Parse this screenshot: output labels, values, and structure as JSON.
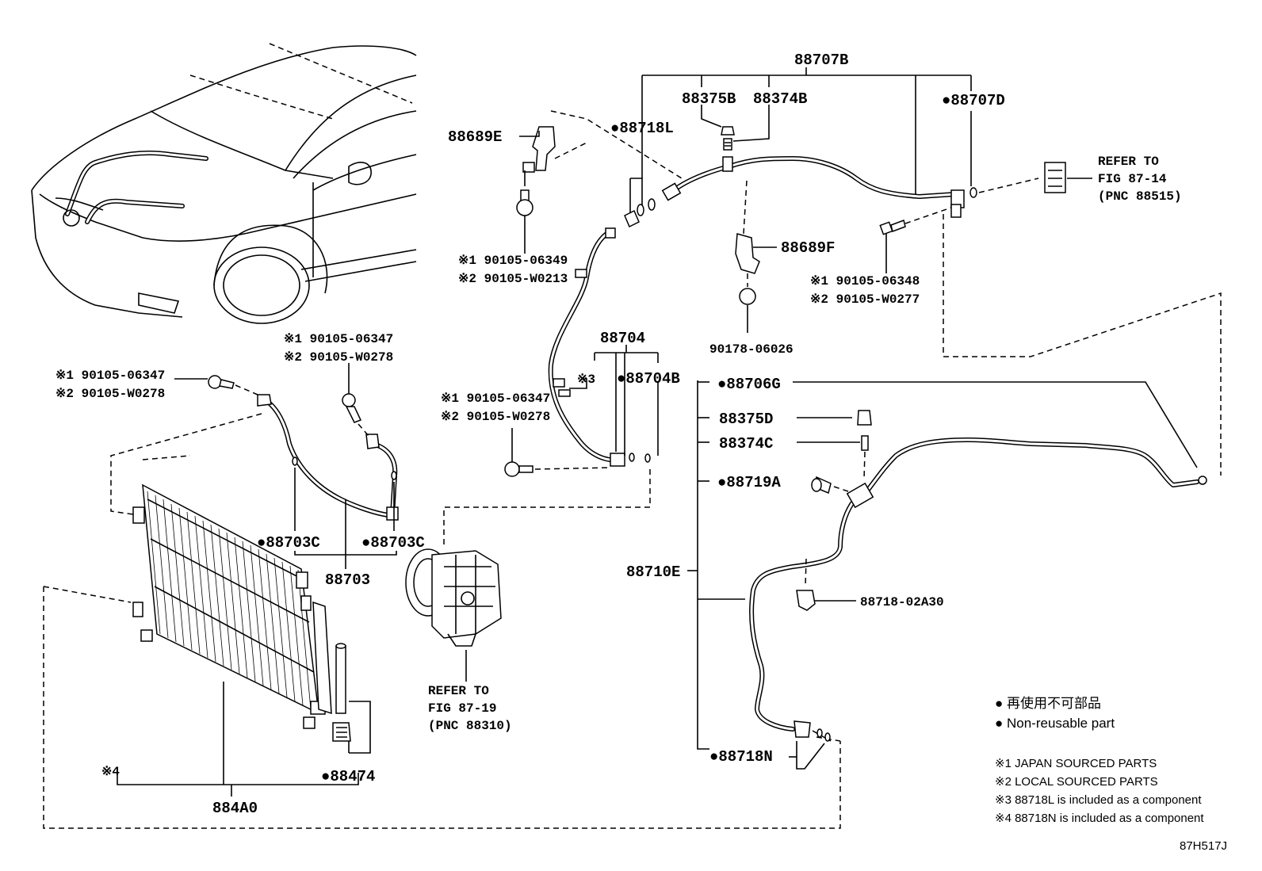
{
  "diagram_code": "87H517J",
  "labels": {
    "p88707B": "88707B",
    "p88375B": "88375B",
    "p88374B": "88374B",
    "p88707D": "●88707D",
    "p88718L": "●88718L",
    "p88689E": "88689E",
    "p88689F": "88689F",
    "p90178": "90178-06026",
    "bolt_a1": "※1 90105-06349",
    "bolt_a2": "※2 90105-W0213",
    "bolt_b1": "※1 90105-06348",
    "bolt_b2": "※2 90105-W0277",
    "bolt_c1": "※1 90105-06347",
    "bolt_c2": "※2 90105-W0278",
    "bolt_d1": "※1 90105-06347",
    "bolt_d2": "※2 90105-W0278",
    "bolt_e1": "※1 90105-06347",
    "bolt_e2": "※2 90105-W0278",
    "p88704": "88704",
    "mark3": "※3",
    "p88704B": "●88704B",
    "p88706G": "●88706G",
    "p88375D": "88375D",
    "p88374C": "88374C",
    "p88719A": "●88719A",
    "p88710E": "88710E",
    "p88718_02A30": "88718-02A30",
    "p88718N": "●88718N",
    "p88703C_l": "●88703C",
    "p88703C_r": "●88703C",
    "p88703": "88703",
    "p88474": "●88474",
    "mark4": "※4",
    "p884A0": "884A0"
  },
  "refers": {
    "ref1_l1": "REFER TO",
    "ref1_l2": "FIG 87-14",
    "ref1_l3": "(PNC 88515)",
    "ref2_l1": "REFER TO",
    "ref2_l2": "FIG 87-19",
    "ref2_l3": "(PNC 88310)"
  },
  "legend": {
    "jp": "● 再使用不可部品",
    "en": "● Non-reusable part",
    "n1": "※1 JAPAN SOURCED PARTS",
    "n2": "※2 LOCAL SOURCED PARTS",
    "n3": "※3 88718L is included as a component",
    "n4": "※4 88718N is included as a component"
  }
}
